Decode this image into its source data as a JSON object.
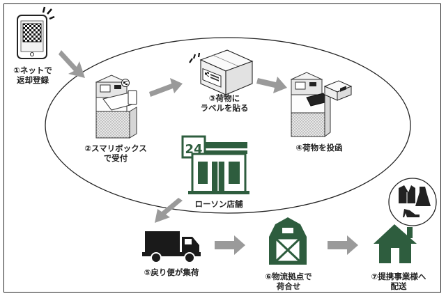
{
  "steps": {
    "s1": {
      "line1": "①ネットで",
      "line2": "返却登録"
    },
    "s2": {
      "line1": "②スマリボックス",
      "line2": "で受付"
    },
    "s3": {
      "line1": "③荷物に",
      "line2": "ラベルを貼る"
    },
    "s4": {
      "line1": "④荷物を投函"
    },
    "store": {
      "line1": "ローソン店舗",
      "sign": "24"
    },
    "s5": {
      "line1": "⑤戻り便が集荷"
    },
    "s6": {
      "line1": "⑥物流拠点で",
      "line2": "荷合せ"
    },
    "s7": {
      "line1": "⑦提携事業様へ",
      "line2": "配送"
    }
  },
  "colors": {
    "store_green": "#2e5d3e",
    "arrow_gray": "#9a9a9a",
    "icon_dark": "#1a1a1a"
  }
}
